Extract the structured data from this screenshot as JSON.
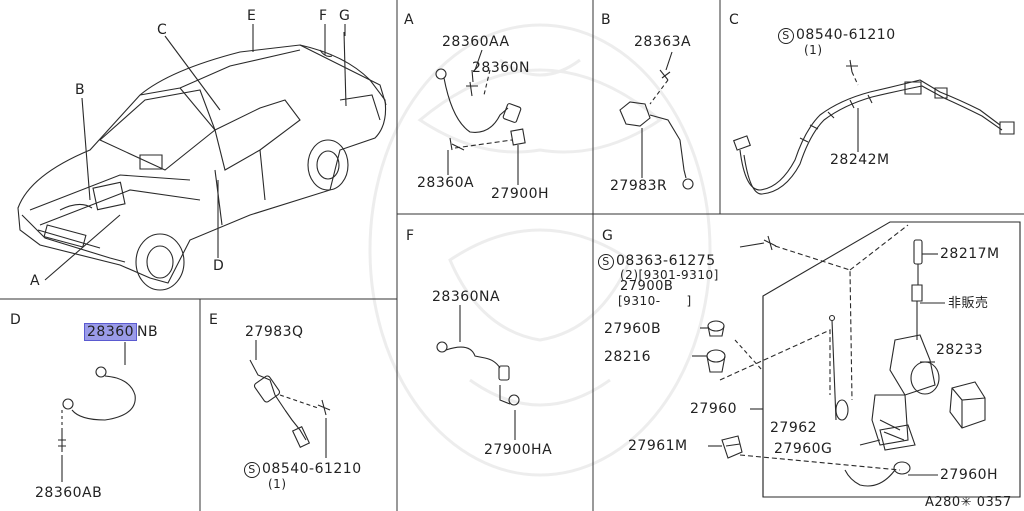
{
  "figure_code": "A280✳ 0357",
  "overview": {
    "callouts": [
      "A",
      "B",
      "C",
      "D",
      "E",
      "F",
      "G"
    ]
  },
  "panels": {
    "A": {
      "label": "A",
      "parts": [
        "28360AA",
        "28360N",
        "28360A",
        "27900H"
      ]
    },
    "B": {
      "label": "B",
      "parts": [
        "28363A",
        "27983R"
      ]
    },
    "C": {
      "label": "C",
      "screw_symbol": "S",
      "screw_code": "08540-61210",
      "screw_qty": "(1)",
      "parts": [
        "28242M"
      ]
    },
    "D": {
      "label": "D",
      "highlighted_part": "28360",
      "highlighted_suffix": "NB",
      "parts": [
        "28360AB"
      ]
    },
    "E": {
      "label": "E",
      "parts": [
        "27983Q"
      ],
      "screw_symbol": "S",
      "screw_code": "08540-61210",
      "screw_qty": "(1)"
    },
    "F": {
      "label": "F",
      "parts": [
        "28360NA",
        "27900HA"
      ]
    },
    "G": {
      "label": "G",
      "screw_symbol": "S",
      "screw_code": "08363-61275",
      "screw_note1": "(2)[9301-9310]",
      "note_part": "27900B",
      "screw_note2": "[9310-      ]",
      "parts_left": [
        "27960B",
        "28216",
        "27960",
        "27961M"
      ],
      "parts_center": [
        "27962",
        "27960G"
      ],
      "parts_right": [
        "28217M",
        "非販売",
        "28233",
        "27960H"
      ]
    }
  }
}
